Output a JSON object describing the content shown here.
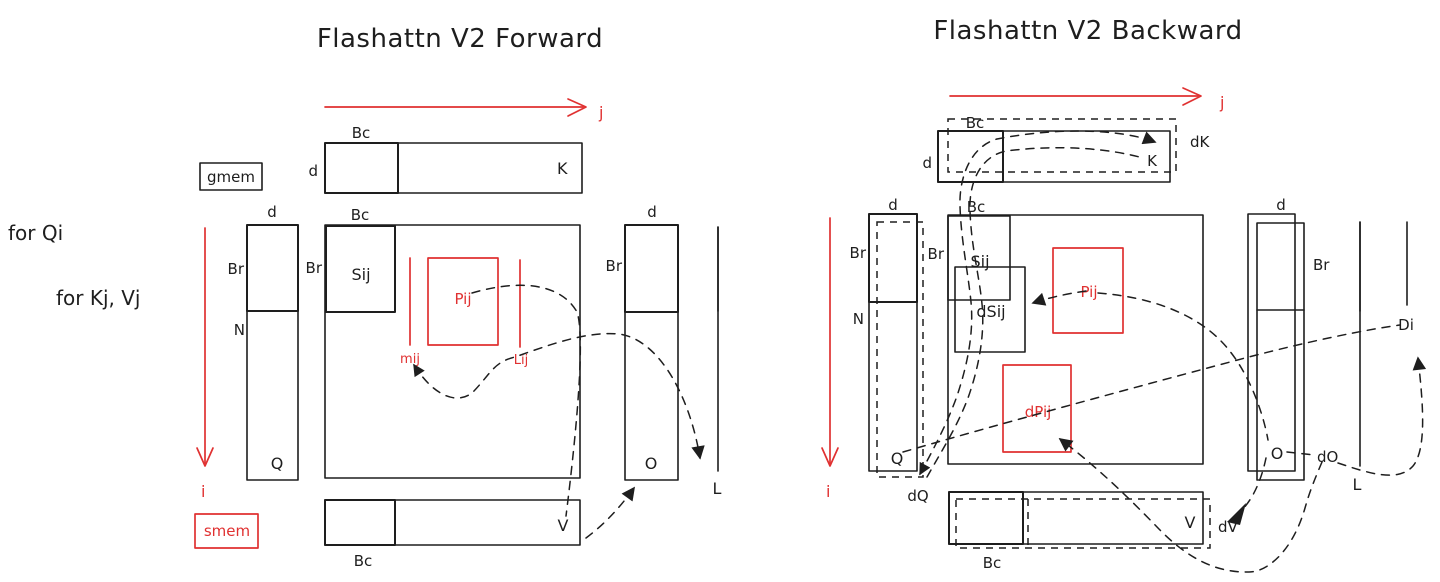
{
  "forward": {
    "title": "Flashattn V2 Forward",
    "outer_loop": "for Qi",
    "inner_loop": "for Kj, Vj",
    "gmem_legend": "gmem",
    "smem_legend": "smem",
    "j_arrow": "j",
    "i_arrow": "i",
    "k_tile": {
      "bc": "Bc",
      "d": "d",
      "name": "K"
    },
    "q_tile": {
      "d": "d",
      "br": "Br",
      "n": "N",
      "name": "Q"
    },
    "score_tile": {
      "bc": "Bc",
      "br": "Br",
      "sij": "Sij",
      "pij": "Pij",
      "mij": "mij",
      "lij": "Lij"
    },
    "o_tile": {
      "d": "d",
      "br": "Br",
      "name": "O"
    },
    "l_vector": {
      "name": "L"
    },
    "v_tile": {
      "name": "V",
      "bc": "Bc"
    }
  },
  "backward": {
    "title": "Flashattn V2 Backward",
    "j_arrow": "j",
    "i_arrow": "i",
    "k_tile": {
      "bc": "Bc",
      "d": "d",
      "name": "K",
      "grad": "dK"
    },
    "q_tile": {
      "d": "d",
      "br": "Br",
      "n": "N",
      "name": "Q",
      "grad": "dQ"
    },
    "score_tile": {
      "bc": "Bc",
      "br": "Br",
      "sij": "Sij",
      "dsij": "dSij",
      "pij": "Pij",
      "dpij": "dPij"
    },
    "o_tile": {
      "d": "d",
      "br": "Br",
      "name": "O",
      "grad": "dO"
    },
    "l_vector": {
      "name": "L",
      "di": "Di"
    },
    "v_tile": {
      "name": "V",
      "bc": "Bc",
      "grad": "dV"
    }
  },
  "colors": {
    "ink": "#1e1e1e",
    "red": "#e03131",
    "yellow_hatch": "#f3d35f",
    "green_hatch": "#86d29a",
    "blue_hatch": "#7fbce8",
    "red_hatch": "#f4a0a0"
  }
}
